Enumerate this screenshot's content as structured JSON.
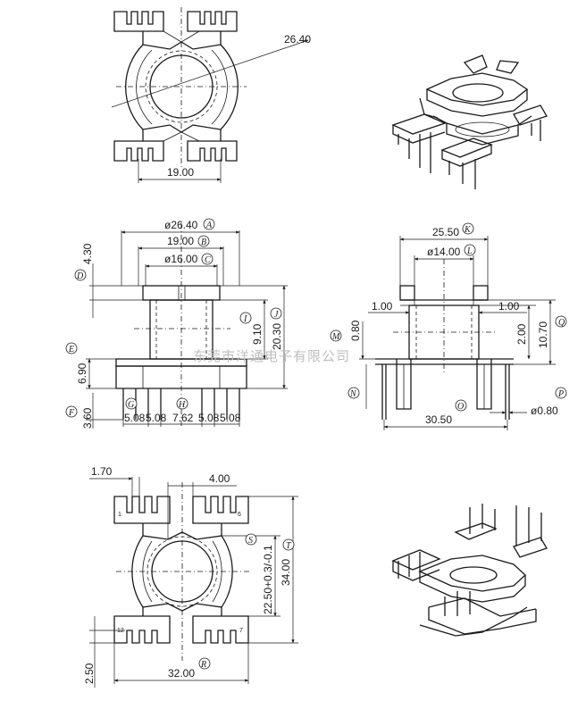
{
  "top_view": {
    "dims": {
      "diagonal": "26.40",
      "width": "19.00"
    }
  },
  "front_view": {
    "dims": {
      "A": "ø26.40",
      "B": "19.00",
      "C": "ø16.00",
      "D": "4.30",
      "I": "9.10",
      "J": "20.30",
      "E": "6.90",
      "F": "3.60",
      "pitch1": "5.08",
      "pitch2": "5.08",
      "gap": "7.62",
      "pitch3": "5.08",
      "pitch4": "5.08"
    },
    "tags": {
      "A": "A",
      "B": "B",
      "C": "C",
      "D": "D",
      "E": "E",
      "F": "F",
      "G": "G",
      "H": "H",
      "I": "I",
      "J": "J"
    }
  },
  "side_view": {
    "dims": {
      "K": "25.50",
      "L": "ø14.00",
      "left_flange": "1.00",
      "right_flange": "1.00",
      "M": "0.80",
      "inner": "2.00",
      "Q": "10.70",
      "O": "30.50",
      "P": "ø0.80"
    },
    "tags": {
      "K": "K",
      "L": "L",
      "M": "M",
      "N": "N",
      "O": "O",
      "P": "P",
      "Q": "Q"
    }
  },
  "bottom_view": {
    "dims": {
      "slot": "1.70",
      "gap": "4.00",
      "S": "22.50+0.3/-0.1",
      "T": "34.00",
      "R": "32.00",
      "offset": "2.50"
    },
    "pins": {
      "p1": "1",
      "p6": "6",
      "p12": "12",
      "p7": "7"
    },
    "tags": {
      "R": "R",
      "S": "S",
      "T": "T"
    }
  },
  "watermark": "东莞市洋通电子有限公司"
}
